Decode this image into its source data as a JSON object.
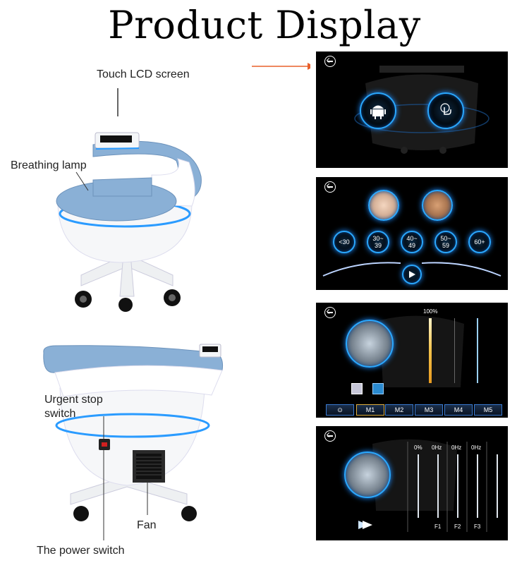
{
  "title": "Product Display",
  "labels": {
    "touch_lcd": "Touch LCD screen",
    "breathing_lamp": "Breathing lamp",
    "urgent_stop": "Urgent stop\nswitch",
    "fan": "Fan",
    "power_switch": "The power switch"
  },
  "screen2": {
    "ages": [
      "<30",
      "30~\n39",
      "40~\n49",
      "50~\n59",
      "60+"
    ]
  },
  "screen3": {
    "intensity": "100%",
    "modes": [
      "M1",
      "M2",
      "M3",
      "M4",
      "M5"
    ]
  },
  "screen4": {
    "values": [
      "0%",
      "0Hz",
      "0Hz",
      "0Hz"
    ],
    "channels": [
      "F1",
      "F2",
      "F3"
    ]
  }
}
